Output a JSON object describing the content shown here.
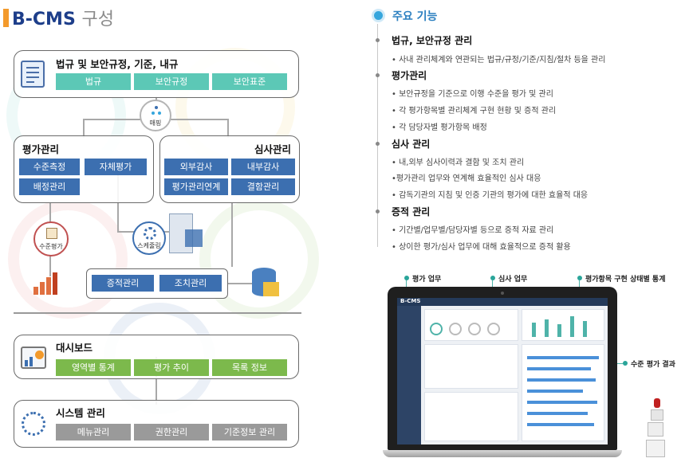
{
  "page_title": {
    "brand_b": "B",
    "brand_rest": "-CMS",
    "suffix": "구성"
  },
  "left": {
    "regulation": {
      "title": "법규 및 보안규정, 기준, 내규",
      "buttons": [
        "법규",
        "보안규정",
        "보안표준"
      ]
    },
    "mapping_label": "매핑",
    "evaluation": {
      "title": "평가관리",
      "buttons": [
        "수준측정",
        "자체평가",
        "배정관리"
      ]
    },
    "audit": {
      "title": "심사관리",
      "buttons": [
        "외부감사",
        "내부감사",
        "평가관리연계",
        "결함관리"
      ]
    },
    "level_eval_label": "수준평가",
    "schedule_label": "스케줄링",
    "tracking": {
      "buttons": [
        "증적관리",
        "조치관리"
      ]
    },
    "dashboard": {
      "title": "대시보드",
      "buttons": [
        "영역별 통계",
        "평가 추이",
        "목록 정보"
      ]
    },
    "system": {
      "title": "시스템 관리",
      "buttons": [
        "메뉴관리",
        "권한관리",
        "기준정보 관리"
      ]
    }
  },
  "right": {
    "header": "주요 기능",
    "sections": [
      {
        "title": "법규, 보안규정 관리",
        "items": [
          "• 사내 관리체계와 연관되는 법규/규정/기준/지침/절차 등을 관리"
        ]
      },
      {
        "title": "평가관리",
        "items": [
          "• 보안규정을 기준으로 이행 수준을 평가 및 관리",
          "• 각 평가항목별 관리체계 구현 현황 및 증적 관리",
          "• 각 담당자별 평가항목 배정"
        ]
      },
      {
        "title": "심사 관리",
        "items": [
          "• 내,외부 심사이력과 결함 및 조치 관리",
          "•평가관리 업무와 연계해 효율적인 심사 대응",
          "• 감독기관의 지침 및 인증 기관의 평가에 대한 효율적 대응"
        ]
      },
      {
        "title": "증적 관리",
        "items": [
          "• 기간별/업무별/담당자별 등으로 증적 자료 관리",
          "• 상이한 평가/심사 업무에 대해 효율적으로 증적 활용"
        ]
      }
    ],
    "callouts": [
      "평가 업무",
      "심사 업무",
      "평가항목 구현 상태별 통계",
      "수준 평가 결과"
    ],
    "laptop": {
      "logo": "B-CMS"
    }
  },
  "colors": {
    "teal": "#5cc8b6",
    "blue": "#3c6fb0",
    "green": "#7cb94c",
    "gray": "#9a9a9a",
    "accent": "#35a6dd",
    "title_bar": "#f39a2c"
  }
}
